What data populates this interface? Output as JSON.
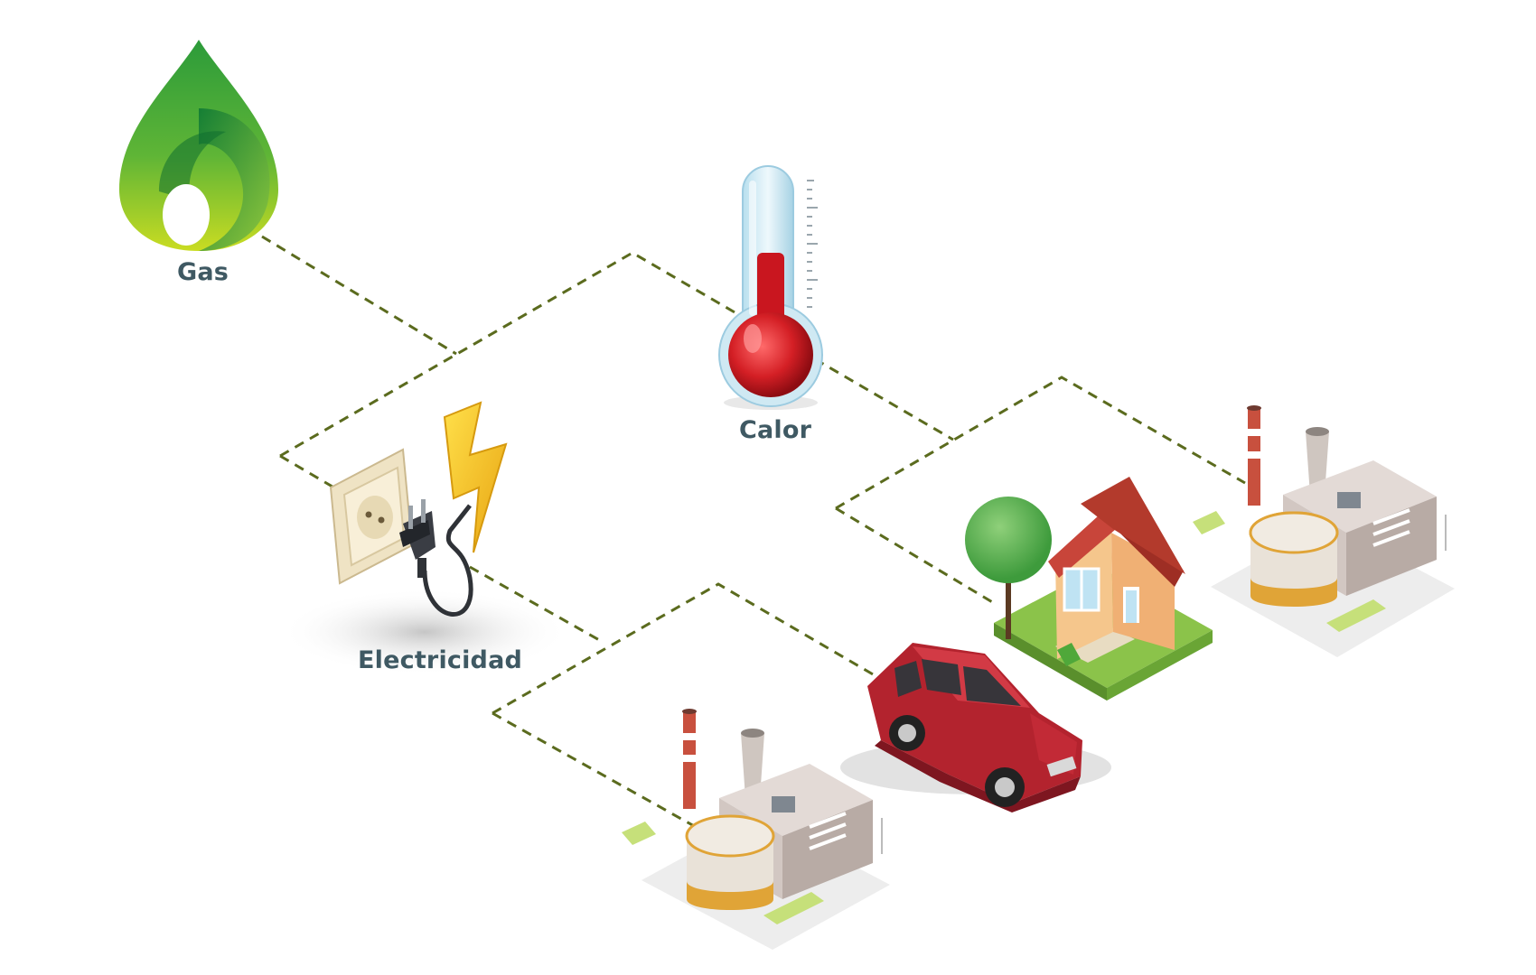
{
  "labels": {
    "gas": "Gas",
    "calor": "Calor",
    "electricidad": "Electricidad"
  },
  "icons": {
    "gas": "green-flame-drop-icon",
    "calor": "thermometer-icon",
    "electricidad": "plug-outlet-lightning-icon",
    "house": "house-with-tree-icon",
    "car": "red-suv-icon",
    "factory_right": "factory-icon",
    "factory_bottom": "factory-icon"
  },
  "colors": {
    "label_text": "#3f5963",
    "dashed_line": "#5b6b1e",
    "gas_green_dark": "#1a8a3a",
    "gas_green_light": "#c6d92a",
    "thermo_red": "#c0141e",
    "bolt_yellow": "#f2c21b",
    "car_red": "#b3232e",
    "roof_red": "#b33a2c",
    "grass_green": "#8bc34a"
  }
}
